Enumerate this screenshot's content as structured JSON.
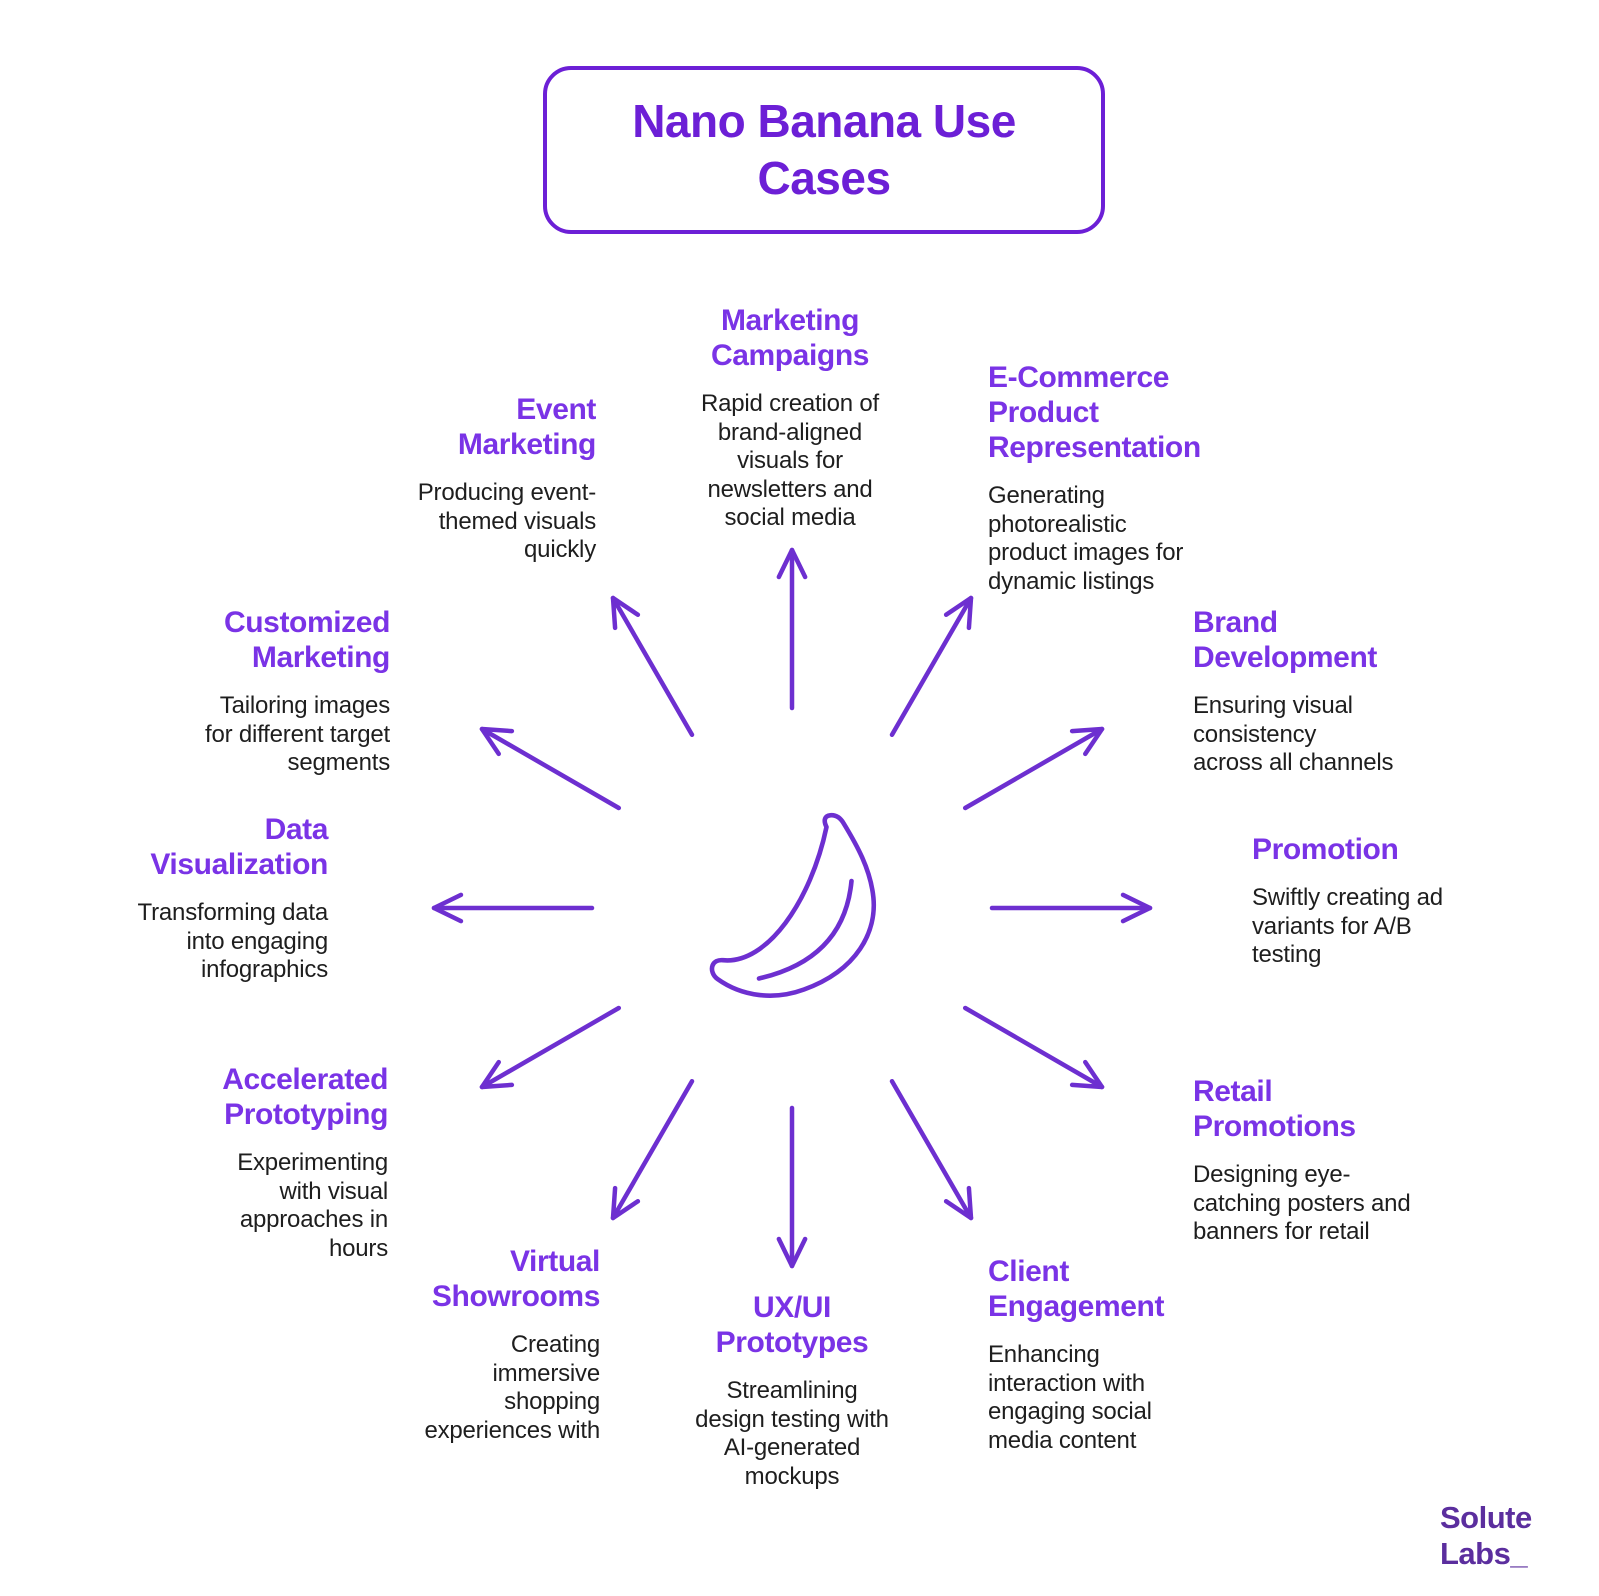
{
  "title": "Nano Banana Use\nCases",
  "colors": {
    "title": "#6C1FD6",
    "heading": "#7A33E6",
    "body": "#1E1E1E",
    "arrow": "#6D2FD0",
    "logo": "#5B2E9E"
  },
  "center_icon": "banana-icon",
  "nodes": [
    {
      "id": "marketing-campaigns",
      "title": "Marketing\nCampaigns",
      "desc": "Rapid creation of\nbrand-aligned\nvisuals for\nnewsletters and\nsocial media"
    },
    {
      "id": "e-commerce-product-representation",
      "title": "E-Commerce\nProduct\nRepresentation",
      "desc": "Generating\nphotorealistic\nproduct images for\ndynamic listings"
    },
    {
      "id": "event-marketing",
      "title": "Event\nMarketing",
      "desc": "Producing event-\nthemed visuals\nquickly"
    },
    {
      "id": "brand-development",
      "title": "Brand\nDevelopment",
      "desc": "Ensuring visual\nconsistency\nacross all channels"
    },
    {
      "id": "customized-marketing",
      "title": "Customized\nMarketing",
      "desc": "Tailoring images\nfor different target\nsegments"
    },
    {
      "id": "data-visualization",
      "title": "Data\nVisualization",
      "desc": "Transforming data\ninto engaging\ninfographics"
    },
    {
      "id": "promotion",
      "title": "Promotion",
      "desc": "Swiftly creating ad\nvariants for A/B\ntesting"
    },
    {
      "id": "accelerated-prototyping",
      "title": "Accelerated\nPrototyping",
      "desc": "Experimenting\nwith visual\napproaches in\nhours"
    },
    {
      "id": "retail-promotions",
      "title": "Retail\nPromotions",
      "desc": "Designing eye-\ncatching posters and\nbanners for retail"
    },
    {
      "id": "virtual-showrooms",
      "title": "Virtual\nShowrooms",
      "desc": "Creating\nimmersive\nshopping\nexperiences with"
    },
    {
      "id": "ux-ui-prototypes",
      "title": "UX/UI\nPrototypes",
      "desc": "Streamlining\ndesign testing with\nAI-generated\nmockups"
    },
    {
      "id": "client-engagement",
      "title": "Client\nEngagement",
      "desc": "Enhancing\ninteraction with\nengaging social\nmedia content"
    }
  ],
  "logo": {
    "text": "Solute\nLabs_"
  }
}
